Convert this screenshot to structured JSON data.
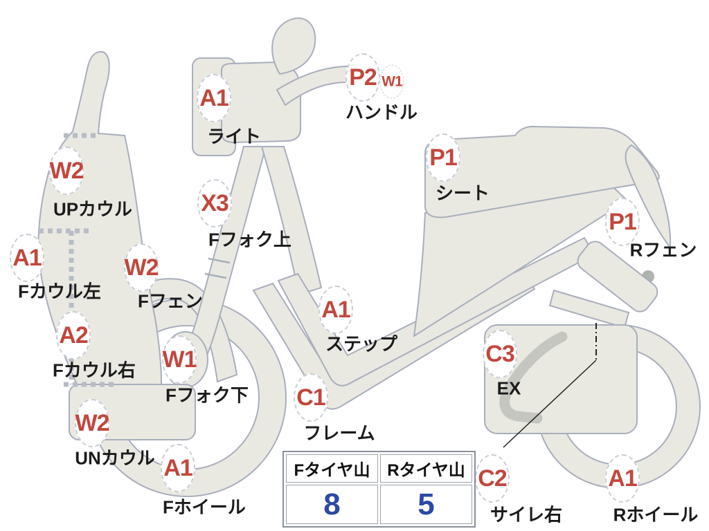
{
  "colors": {
    "code_red": "#C1473D",
    "value_blue": "#2B4AA5",
    "body_fill": "#E9E9E2",
    "body_stroke": "#A8AEBB"
  },
  "points": [
    {
      "id": "handle",
      "code": "P2",
      "sub_code": "W1",
      "label": "ハンドル"
    },
    {
      "id": "light",
      "code": "A1",
      "label": "ライト"
    },
    {
      "id": "f-fork-upper",
      "code": "X3",
      "label": "Fフォク上"
    },
    {
      "id": "up-cowl",
      "code": "W2",
      "label": "UPカウル"
    },
    {
      "id": "f-cowl-left",
      "code": "A1",
      "label": "Fカウル左"
    },
    {
      "id": "f-cowl-right",
      "code": "A2",
      "label": "Fカウル右"
    },
    {
      "id": "f-fender",
      "code": "W2",
      "label": "Fフェン"
    },
    {
      "id": "f-fork-lower",
      "code": "W1",
      "label": "Fフォク下"
    },
    {
      "id": "un-cowl",
      "code": "W2",
      "label": "UNカウル"
    },
    {
      "id": "f-wheel",
      "code": "A1",
      "label": "Fホイール"
    },
    {
      "id": "step",
      "code": "A1",
      "label": "ステップ"
    },
    {
      "id": "frame",
      "code": "C1",
      "label": "フレーム"
    },
    {
      "id": "seat",
      "code": "P1",
      "label": "シート"
    },
    {
      "id": "r-fender",
      "code": "P1",
      "label": "Rフェン"
    },
    {
      "id": "exhaust",
      "code": "C3",
      "label": "EX"
    },
    {
      "id": "silencer-right",
      "code": "C2",
      "label": "サイレ右"
    },
    {
      "id": "r-wheel",
      "code": "A1",
      "label": "Rホイール"
    }
  ],
  "tire_table": {
    "headers": [
      "Fタイヤ山",
      "Rタイヤ山"
    ],
    "values": [
      "8",
      "5"
    ]
  }
}
